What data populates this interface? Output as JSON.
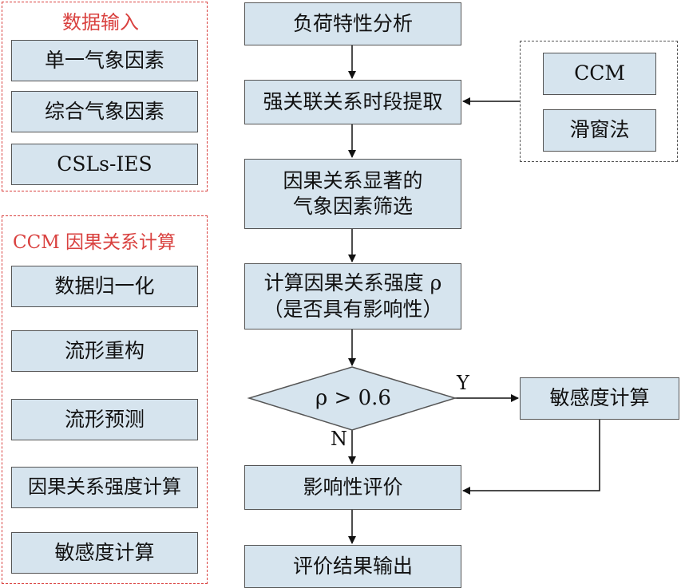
{
  "left_panel": {
    "data_input": {
      "title": "数据输入",
      "items": [
        "单一气象因素",
        "综合气象因素",
        "CSLs-IES"
      ]
    },
    "ccm_calc": {
      "title": "CCM 因果关系计算",
      "items": [
        "数据归一化",
        "流形重构",
        "流形预测",
        "因果关系强度计算",
        "敏感度计算"
      ]
    }
  },
  "flow": {
    "step1": "负荷特性分析",
    "step2": "强关联关系时段提取",
    "step3_line1": "因果关系显著的",
    "step3_line2": "气象因素筛选",
    "step4_line1": "计算因果关系强度 ρ",
    "step4_line2": "（是否具有影响性）",
    "decision": "ρ > 0.6",
    "yes_label": "Y",
    "no_label": "N",
    "sensitivity": "敏感度计算",
    "step5": "影响性评价",
    "step6": "评价结果输出"
  },
  "methods": {
    "items": [
      "CCM",
      "滑窗法"
    ]
  },
  "colors": {
    "box_fill": "#d6e4ee",
    "box_border": "#555555",
    "red_dashed": "#d9413f",
    "gray_dashed": "#555555",
    "arrow": "#111111"
  }
}
